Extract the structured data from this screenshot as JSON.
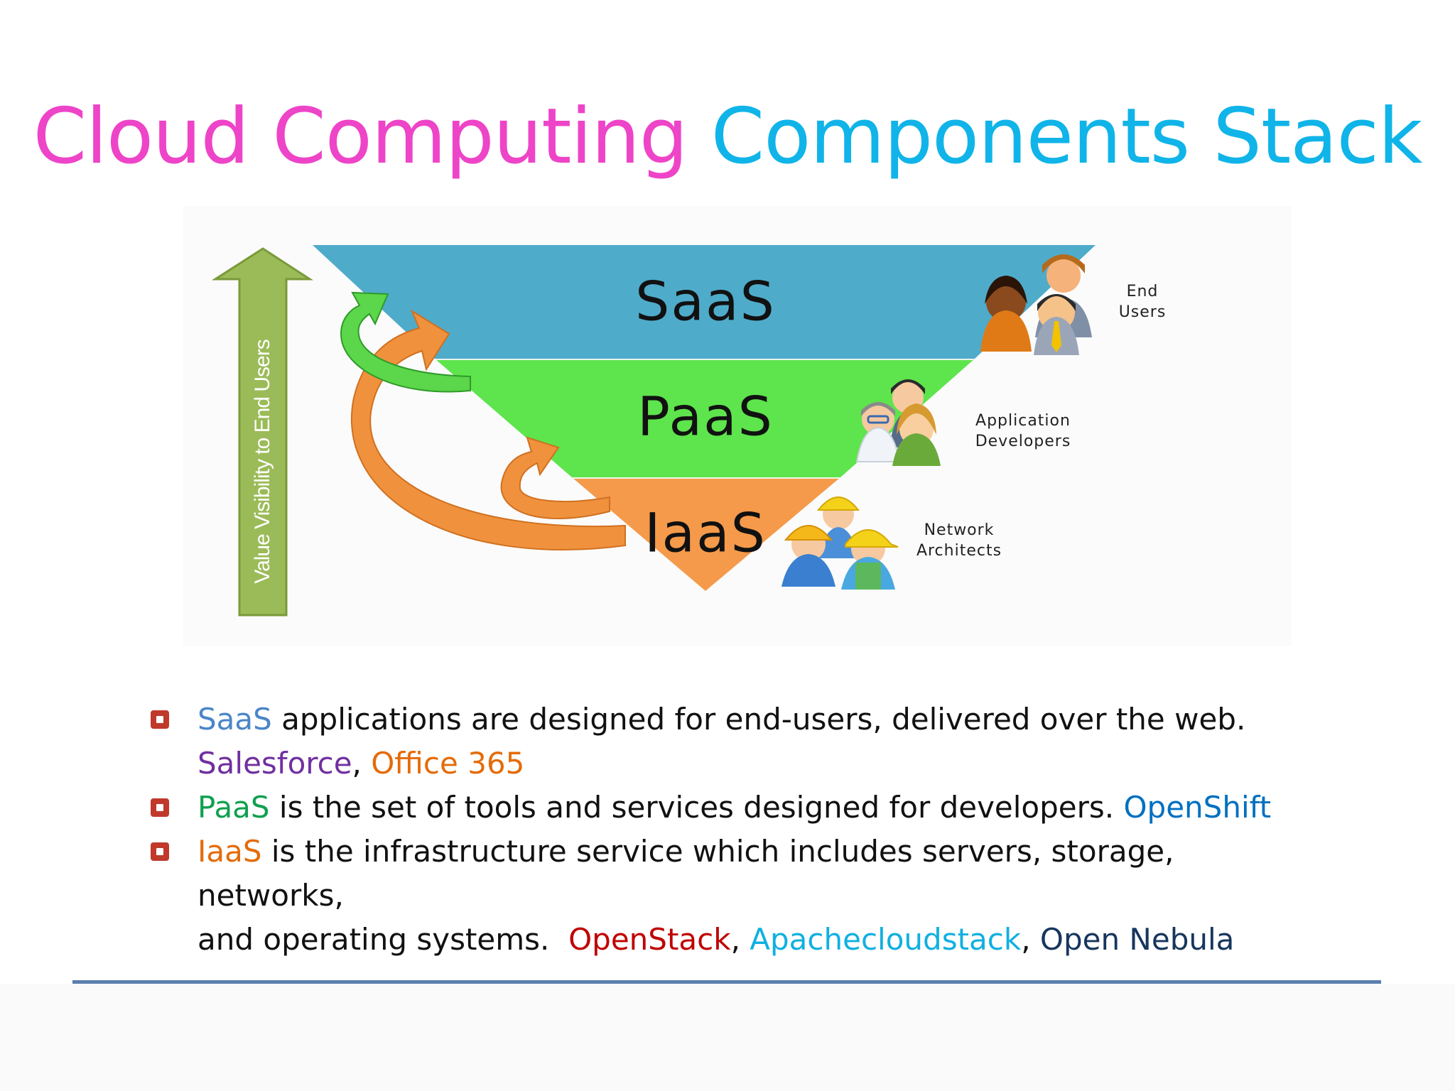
{
  "title": {
    "part1": "Cloud Computing",
    "part2": "Components Stack",
    "color1": "#ee44c8",
    "color2": "#10b4e8"
  },
  "diagram": {
    "axis_label": "Value Visibility to End Users",
    "layers": [
      {
        "name": "SaaS",
        "color": "#4fabca"
      },
      {
        "name": "PaaS",
        "color": "#5ee44c"
      },
      {
        "name": "IaaS",
        "color": "#f59a4a"
      }
    ],
    "roles": [
      {
        "line1": "End",
        "line2": "Users",
        "icon": "end-users-icon"
      },
      {
        "line1": "Application",
        "line2": "Developers",
        "icon": "developers-icon"
      },
      {
        "line1": "Network",
        "line2": "Architects",
        "icon": "architects-icon"
      }
    ]
  },
  "bullets": [
    {
      "term": "SaaS",
      "term_color": "#4a86c8",
      "text": " applications are designed for end-users, delivered over the web.",
      "examples": [
        {
          "name": "Salesforce",
          "color": "#7030a0"
        },
        {
          "name": "Office 365",
          "color": "#e36c0a"
        }
      ]
    },
    {
      "term": "PaaS",
      "term_color": "#10a050",
      "text": " is the set of tools and services designed for developers. ",
      "examples": [
        {
          "name": "OpenShift",
          "color": "#0070c0"
        }
      ]
    },
    {
      "term": "IaaS",
      "term_color": "#e36c0a",
      "text": " is the infrastructure service which includes servers, storage, networks,",
      "text2": "and operating systems.  ",
      "examples": [
        {
          "name": "OpenStack",
          "color": "#c00000"
        },
        {
          "name": "Apachecloudstack",
          "color": "#10b0e0"
        },
        {
          "name": "Open Nebula",
          "color": "#17365d"
        }
      ]
    }
  ],
  "comma": ", ",
  "rule_color": "#5b7fad"
}
